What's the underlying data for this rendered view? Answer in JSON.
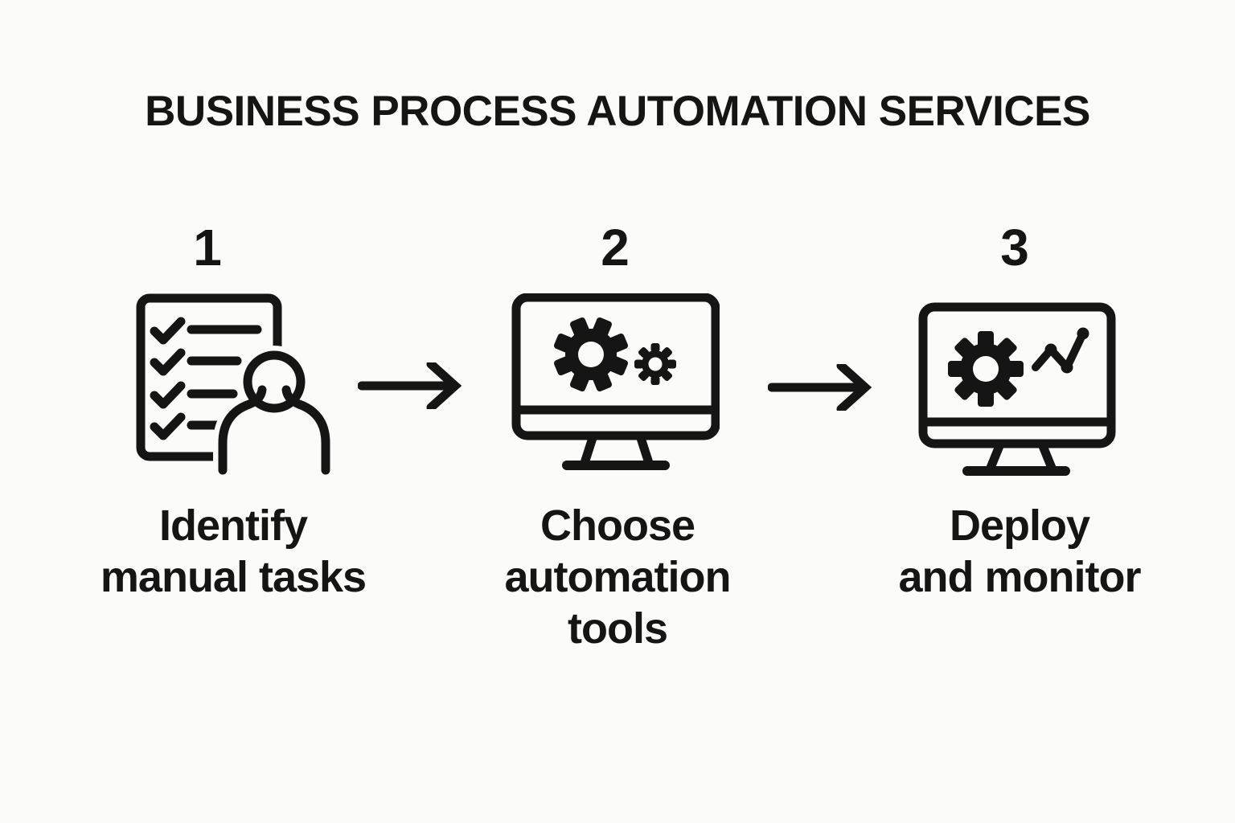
{
  "title": "BUSINESS PROCESS AUTOMATION SERVICES",
  "colors": {
    "background": "#fbfbf9",
    "ink": "#151515"
  },
  "steps": [
    {
      "number": "1",
      "label": "Identify\nmanual tasks",
      "icon": "checklist-person-icon"
    },
    {
      "number": "2",
      "label": "Choose\nautomation\ntools",
      "icon": "monitor-gears-icon"
    },
    {
      "number": "3",
      "label": "Deploy\nand monitor",
      "icon": "monitor-gear-trend-icon"
    }
  ],
  "connectors": [
    {
      "icon": "arrow-right-icon"
    },
    {
      "icon": "arrow-right-icon"
    }
  ]
}
